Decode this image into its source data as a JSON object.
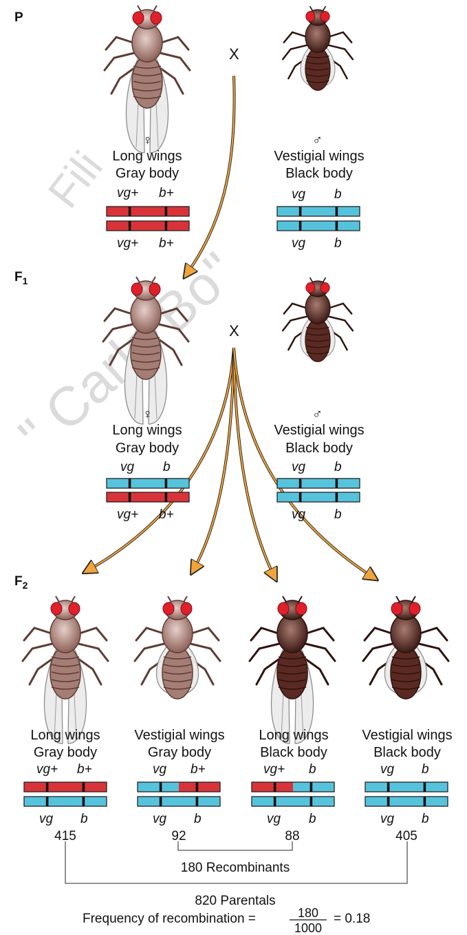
{
  "generations": {
    "p": "P",
    "f1_base": "F",
    "f1_sub": "1",
    "f2_base": "F",
    "f2_sub": "2"
  },
  "cross_symbol": "X",
  "sex": {
    "female": "♀",
    "male": "♂"
  },
  "p_female": {
    "line1": "Long wings",
    "line2": "Gray body",
    "top": [
      "vg+",
      "b+"
    ],
    "bottom": [
      "vg+",
      "b+"
    ]
  },
  "p_male": {
    "line1": "Vestigial wings",
    "line2": "Black body",
    "top": [
      "vg",
      "b"
    ],
    "bottom": [
      "vg",
      "b"
    ]
  },
  "f1_female": {
    "line1": "Long wings",
    "line2": "Gray body",
    "top": [
      "vg",
      "b"
    ],
    "bottom": [
      "vg+",
      "b+"
    ]
  },
  "f1_male": {
    "line1": "Vestigial wings",
    "line2": "Black body",
    "top": [
      "vg",
      "b"
    ],
    "bottom": [
      "vg",
      "b"
    ]
  },
  "offspring": [
    {
      "line1": "Long wings",
      "line2": "Gray body",
      "top": [
        "vg+",
        "b+"
      ],
      "bottom": [
        "vg",
        "b"
      ],
      "count": "415"
    },
    {
      "line1": "Vestigial wings",
      "line2": "Gray body",
      "top": [
        "vg",
        "b+"
      ],
      "bottom": [
        "vg",
        "b"
      ],
      "count": "92"
    },
    {
      "line1": "Long wings",
      "line2": "Black body",
      "top": [
        "vg+",
        "b"
      ],
      "bottom": [
        "vg",
        "b"
      ],
      "count": "88"
    },
    {
      "line1": "Vestigial wings",
      "line2": "Black body",
      "top": [
        "vg",
        "b"
      ],
      "bottom": [
        "vg",
        "b"
      ],
      "count": "405"
    }
  ],
  "recombinants_label": "180 Recombinants",
  "parentals_label": "820 Parentals",
  "formula": {
    "prefix": "Frequency of recombination =",
    "numerator": "180",
    "denominator": "1000",
    "result": "= 0.18"
  },
  "watermark": [
    "Fili",
    "\" Carlo Bo\""
  ],
  "colors": {
    "dominant_chromosome": "#d9333a",
    "recessive_chromosome": "#56c3dd",
    "arrow": "#f0a43a",
    "eye": "#e0202a",
    "body_gray": "#a47d74",
    "body_black": "#5a2a22",
    "wing": "#ececec"
  }
}
